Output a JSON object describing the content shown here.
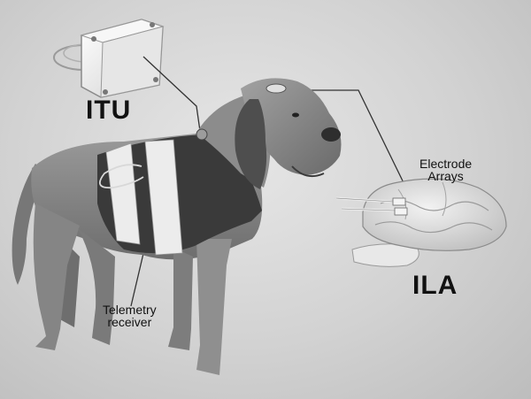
{
  "labels": {
    "itu": "ITU",
    "ila": "ILA",
    "electrode_line1": "Electrode",
    "electrode_line2": "Arrays",
    "telemetry_line1": "Telemetry",
    "telemetry_line2": "receiver"
  },
  "colors": {
    "background": "#d4d4d4",
    "dog_body": "#8a8a8a",
    "vest": "#3a3a3a",
    "strap": "#ececec",
    "brain": "#e4e4e4",
    "device": "#f0f0f0",
    "text": "#111111"
  }
}
